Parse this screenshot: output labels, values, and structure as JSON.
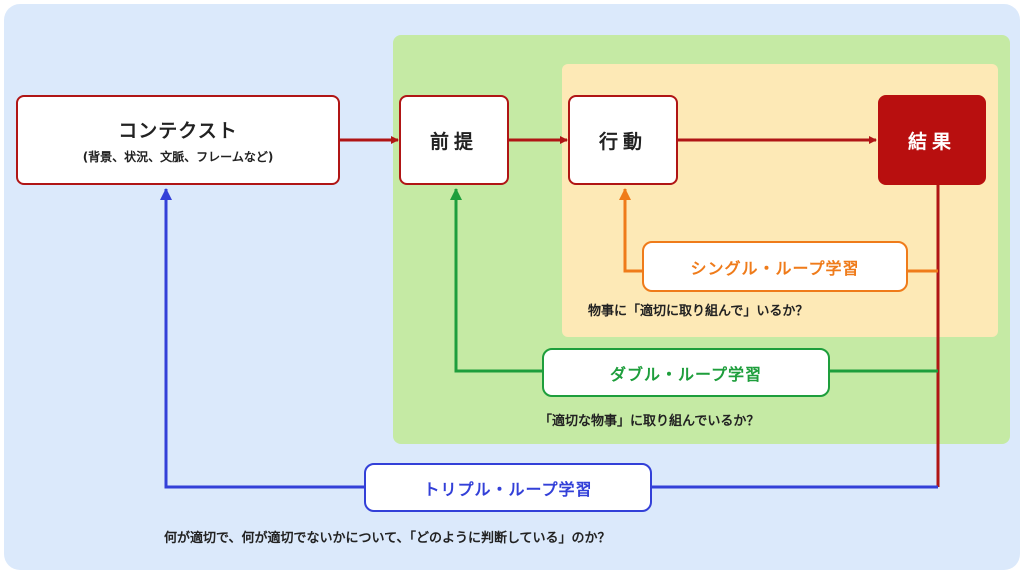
{
  "nodes": {
    "context_title": "コンテクスト",
    "context_sub": "(背景、状況、文脈、フレームなど)",
    "premise": "前提",
    "action": "行動",
    "result": "結果"
  },
  "loops": {
    "single": "シングル・ループ学習",
    "double": "ダブル・ループ学習",
    "triple": "トリプル・ループ学習"
  },
  "captions": {
    "single": "物事に「適切に取り組んで」いるか？",
    "double": "「適切な物事」に取り組んでいるか？",
    "triple": "何が適切で、何が適切でないかについて、「どのように判断している」のか？"
  },
  "colors": {
    "main_flow": "#b01515",
    "single": "#ef7b1a",
    "double": "#1e9e3c",
    "triple": "#3340d8",
    "outer_bg": "#dbe9fb",
    "double_zone": "#c5eaa4",
    "single_zone": "#fde9b6"
  }
}
